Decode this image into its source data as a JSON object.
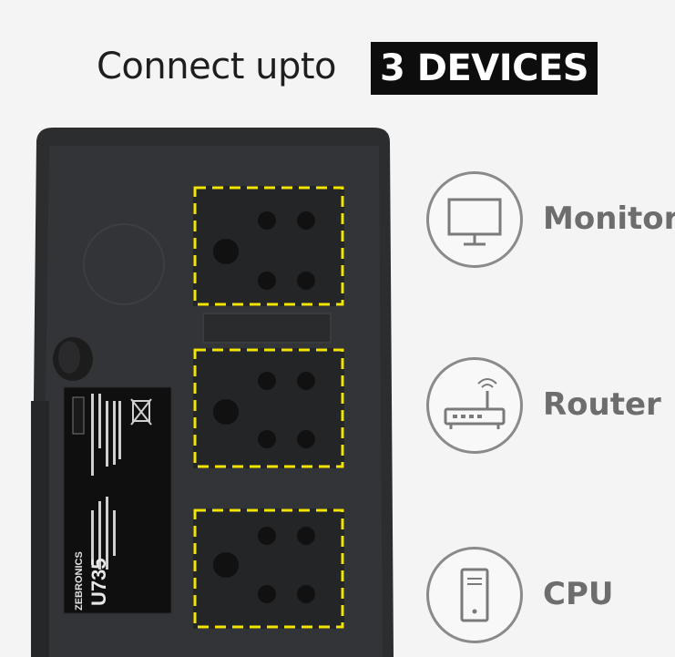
{
  "headline": {
    "prefix": "Connect upto",
    "highlight": "3 DEVICES"
  },
  "product": {
    "brand": "ZEBRONICS",
    "model": "U735",
    "sockets": 3,
    "highlight_color": "#f2e600",
    "body_color": "#2e2f31"
  },
  "devices": [
    {
      "label": "Monitor",
      "icon": "monitor-icon"
    },
    {
      "label": "Router",
      "icon": "router-icon"
    },
    {
      "label": "CPU",
      "icon": "cpu-icon"
    }
  ]
}
